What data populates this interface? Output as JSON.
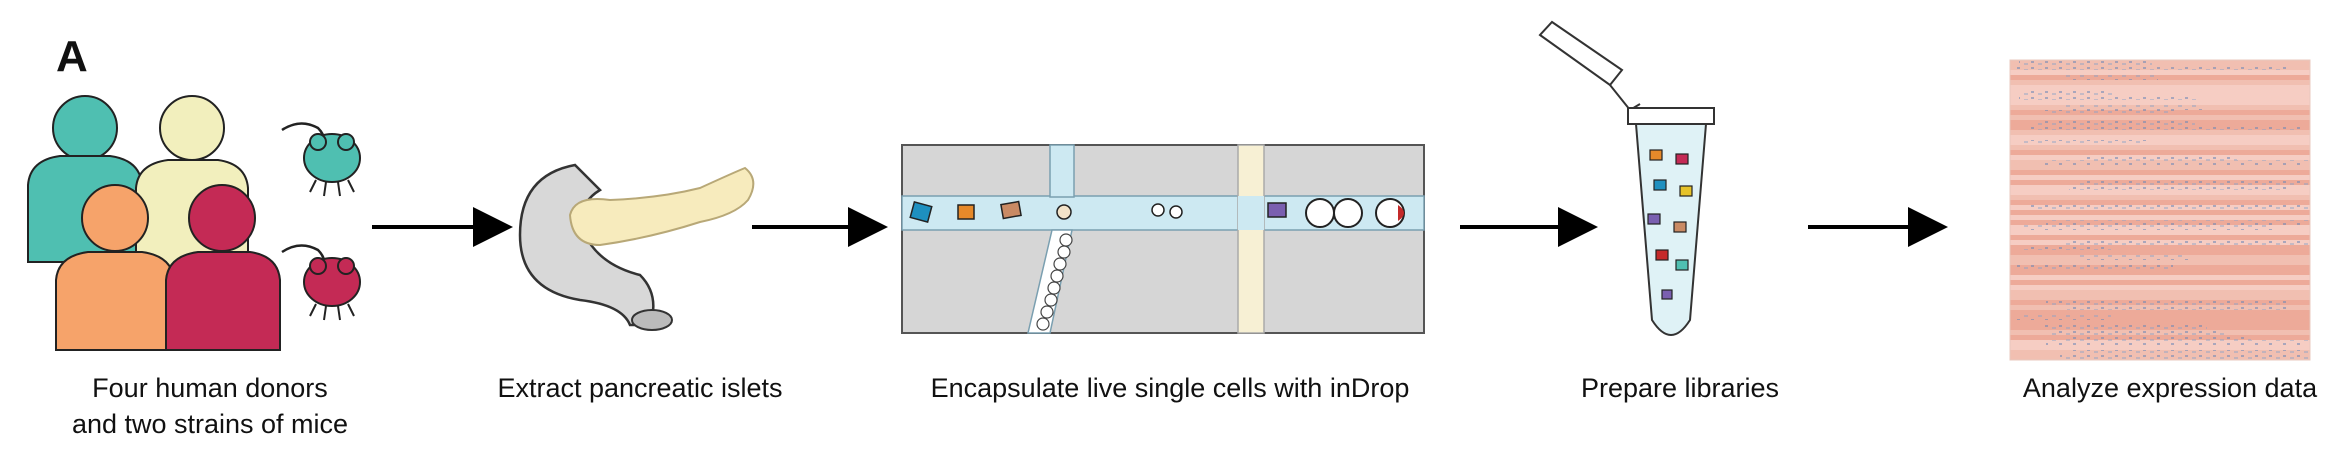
{
  "figure": {
    "panel_letter": "A",
    "steps": [
      {
        "id": "donors",
        "caption_line1": "Four human donors",
        "caption_line2": "and two strains of mice"
      },
      {
        "id": "islets",
        "caption": "Extract pancreatic islets"
      },
      {
        "id": "encapsulate",
        "caption": "Encapsulate live single cells with inDrop"
      },
      {
        "id": "libraries",
        "caption": "Prepare libraries"
      },
      {
        "id": "analyze",
        "caption": "Analyze expression data"
      }
    ]
  },
  "colors": {
    "teal": "#4fbfb1",
    "cream": "#f2efbd",
    "orange": "#f6a36a",
    "crimson": "#c42a55",
    "channel_blue": "#cde9f2",
    "chip_gray": "#d6d6d6",
    "heatmap_salmon": "#f3b3a3",
    "heatmap_blue": "#5a80b0"
  }
}
